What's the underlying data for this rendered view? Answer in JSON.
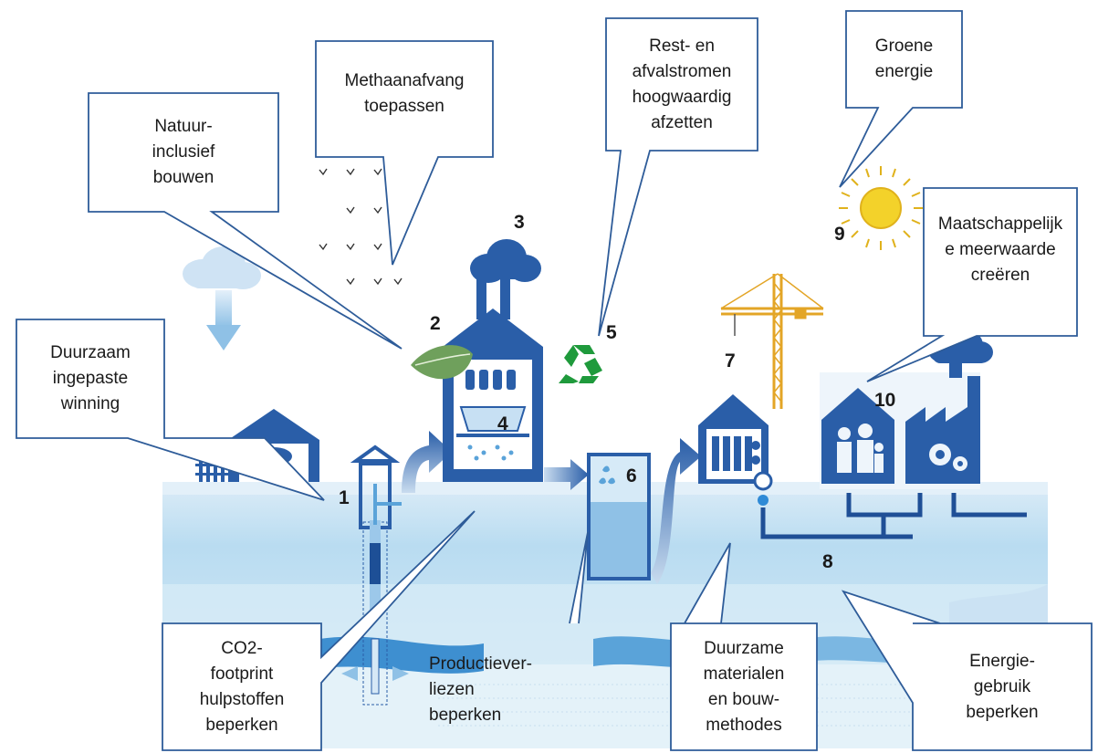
{
  "callouts": {
    "natuur": "Natuur-\ninclusief\nbouwen",
    "methaan": "Methaanafvang\ntoepassen",
    "rest": "Rest- en\nafvalstromen\nhoogwaardig\nafzetten",
    "groene": "Groene\nenergie",
    "maatschappelijk": "Maatschappelijk\ne meerwaarde\ncreëren",
    "duurzaam_winning": "Duurzaam\ningepaste\nwinning",
    "co2": "CO2-\nfootprint\nhulpstoffen\nbeperken",
    "productie": "Productiever-\nliezen\nbeperken",
    "materialen": "Duurzame\nmaterialen\nen bouw-\nmethodes",
    "energie": "Energie-\ngebruik\nbeperken"
  },
  "numbers": {
    "n1": "1",
    "n2": "2",
    "n3": "3",
    "n4": "4",
    "n5": "5",
    "n6": "6",
    "n7": "7",
    "n8": "8",
    "n9": "9",
    "n10": "10"
  },
  "colors": {
    "water_light": "#d6ebf6",
    "water_mid": "#b7daf0",
    "water_deep": "#8fc3e6",
    "building": "#2a5ea8",
    "building_dark": "#173f80",
    "cloud": "#2a5ea8",
    "leaf": "#6fa05c",
    "recycle": "#1f9a3c",
    "sun": "#f3d22a",
    "callout_border": "#2e5c99"
  }
}
